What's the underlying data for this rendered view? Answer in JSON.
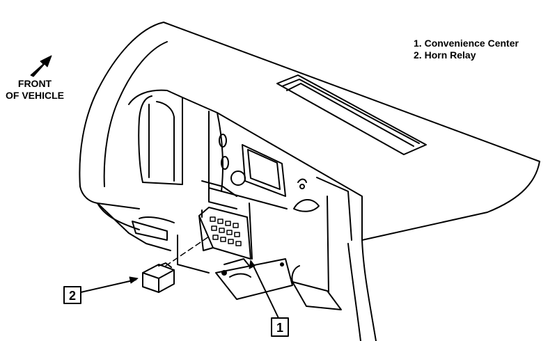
{
  "direction_label": {
    "line1": "FRONT",
    "line2": "OF VEHICLE"
  },
  "legend": [
    {
      "number": "1.",
      "label": "Convenience Center"
    },
    {
      "number": "2.",
      "label": "Horn Relay"
    }
  ],
  "callouts": {
    "convenience_center": "1",
    "horn_relay": "2"
  },
  "icons": {
    "direction": "arrow-up-right-icon"
  }
}
